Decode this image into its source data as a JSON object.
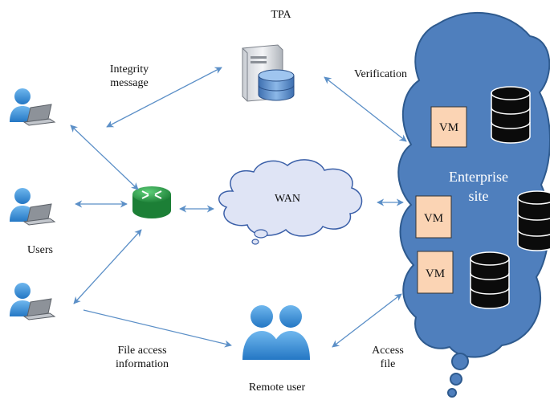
{
  "labels": {
    "tpa": "TPA",
    "integrity_message": "Integrity\nmessage",
    "verification": "Verification",
    "users": "Users",
    "wan": "WAN",
    "enterprise_site": "Enterprise\nsite",
    "vm": "VM",
    "file_access_information": "File access\ninformation",
    "access_file": "Access\nfile",
    "remote_user": "Remote user"
  },
  "colors": {
    "cloud_fill": "#4f7fbd",
    "cloud_stroke": "#2e5a8e",
    "wan_cloud_fill": "#dfe4f5",
    "vm_box_fill": "#fbd4b4",
    "router_green": "#2e9e4a",
    "arrow": "#5b8fc7",
    "user_blue": "#3a8fd8"
  },
  "icons": [
    "user-laptop-icon",
    "router-icon",
    "server-database-icon",
    "remote-users-icon",
    "database-icon"
  ]
}
